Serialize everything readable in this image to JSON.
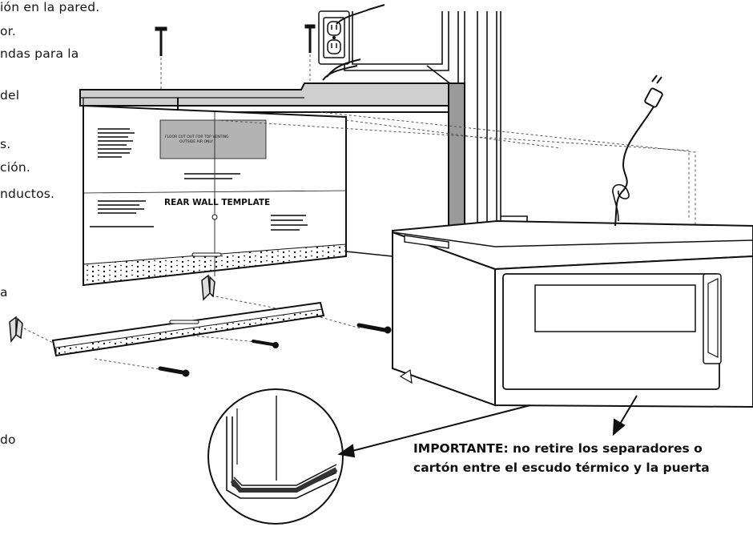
{
  "side_text": [
    "ión en la pared.",
    "or.",
    "ndas para la",
    "del",
    "s.",
    "ción.",
    "nductos.",
    "a",
    "do"
  ],
  "template": {
    "title": "REAR WALL TEMPLATE",
    "cutout_text_1": "FLOOR CUT OUT FOR TOP VENTING",
    "cutout_text_2": "OUTSIDE AIR ONLY"
  },
  "important_note": {
    "line1": "IMPORTANTE: no retire los separadores o",
    "line2": "cartón entre el escudo térmico y la puerta"
  },
  "colors": {
    "line": "#111111",
    "cabinet_fill": "#d9d9d9",
    "cutout_fill": "#b3b3b3",
    "dashed": "#555555"
  }
}
